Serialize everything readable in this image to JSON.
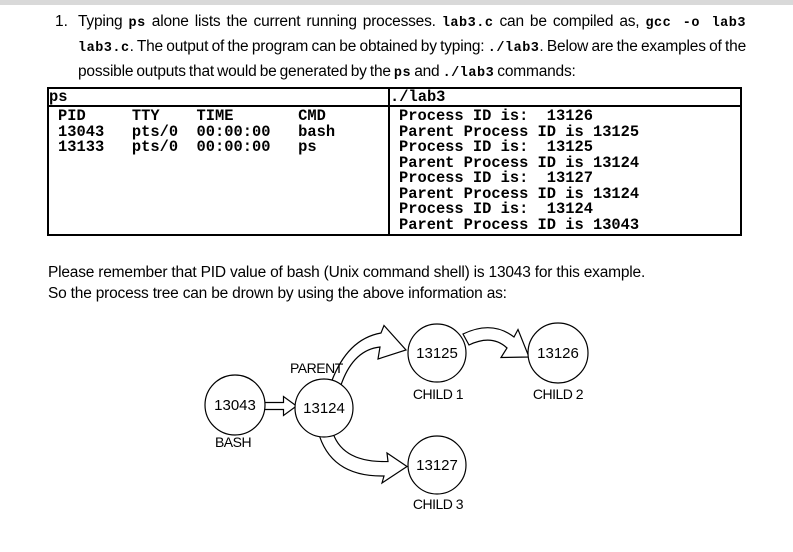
{
  "colors": {
    "text": "#000000",
    "background": "#ffffff",
    "top_strip": "#d9d9d9",
    "border": "#000000"
  },
  "list": {
    "number": "1.",
    "segments": [
      {
        "t": "Typing ",
        "m": false
      },
      {
        "t": "ps",
        "m": true
      },
      {
        "t": " alone lists the current running processes. ",
        "m": false
      },
      {
        "t": "lab3.c",
        "m": true
      },
      {
        "t": " can be compiled as, ",
        "m": false
      },
      {
        "t": "gcc -o lab3 lab3.c",
        "m": true
      },
      {
        "t": ". The output of the program can be obtained by typing: ",
        "m": false
      },
      {
        "t": "./lab3",
        "m": true
      },
      {
        "t": ". Below are the examples of the possible outputs that would be generated by the ",
        "m": false
      },
      {
        "t": "ps",
        "m": true
      },
      {
        "t": " and ",
        "m": false
      },
      {
        "t": "./lab3",
        "m": true
      },
      {
        "t": " commands:",
        "m": false
      }
    ]
  },
  "table": {
    "header_left": "ps",
    "header_right": "./lab3",
    "ps_columns": [
      "PID",
      "TTY",
      "TIME",
      "CMD"
    ],
    "ps_rows": [
      [
        "13043",
        "pts/0",
        "00:00:00",
        "bash"
      ],
      [
        "13133",
        "pts/0",
        "00:00:00",
        "ps"
      ]
    ],
    "lab3_output_lines": [
      "Process ID is:  13126",
      "Parent Process ID is 13125",
      "Process ID is:  13125",
      "Parent Process ID is 13124",
      "Process ID is:  13127",
      "Parent Process ID is 13124",
      "Process ID is:  13124",
      "Parent Process ID is 13043"
    ]
  },
  "para2": {
    "line1": "Please remember that PID value of bash (Unix command shell) is 13043 for this example.",
    "line2": "So the process tree can be drown by using the above information as:"
  },
  "diagram": {
    "nodes": [
      {
        "id": "bash",
        "pid": "13043",
        "label": "BASH"
      },
      {
        "id": "parent",
        "pid": "13124",
        "label": "PARENT"
      },
      {
        "id": "child1",
        "pid": "13125",
        "label": "CHILD 1"
      },
      {
        "id": "child2",
        "pid": "13126",
        "label": "CHILD 2"
      },
      {
        "id": "child3",
        "pid": "13127",
        "label": "CHILD 3"
      }
    ],
    "edges": [
      {
        "from": "13043",
        "to": "13124"
      },
      {
        "from": "13124",
        "to": "13125"
      },
      {
        "from": "13125",
        "to": "13126"
      },
      {
        "from": "13124",
        "to": "13127"
      }
    ]
  }
}
